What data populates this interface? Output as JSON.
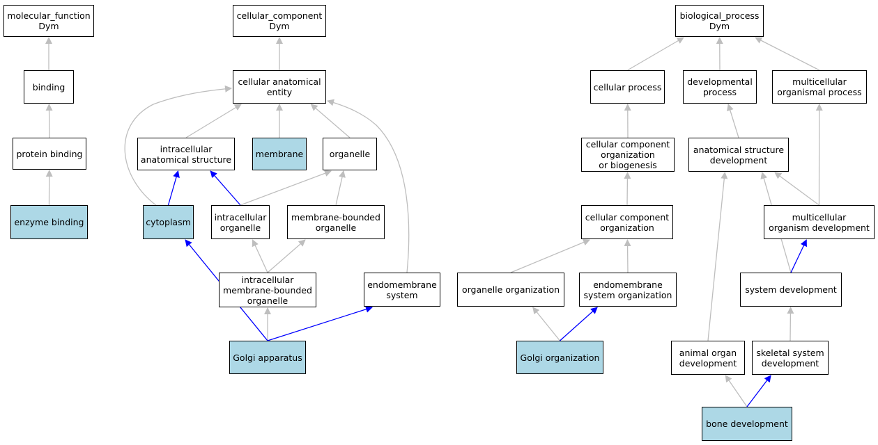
{
  "colors": {
    "highlight": "#add8e6",
    "edge_default": "#bebebe",
    "edge_direct": "#0000ff",
    "node_border": "#000000"
  },
  "nodes": {
    "molecular_function": {
      "label": "molecular_function\nDym",
      "highlighted": false
    },
    "binding": {
      "label": "binding",
      "highlighted": false
    },
    "protein_binding": {
      "label": "protein binding",
      "highlighted": false
    },
    "enzyme_binding": {
      "label": "enzyme binding",
      "highlighted": true
    },
    "cellular_component": {
      "label": "cellular_component\nDym",
      "highlighted": false
    },
    "cellular_anatomical_entity": {
      "label": "cellular anatomical\nentity",
      "highlighted": false
    },
    "intracellular_anatomical_structure": {
      "label": "intracellular\nanatomical structure",
      "highlighted": false
    },
    "membrane": {
      "label": "membrane",
      "highlighted": true
    },
    "organelle": {
      "label": "organelle",
      "highlighted": false
    },
    "cytoplasm": {
      "label": "cytoplasm",
      "highlighted": true
    },
    "intracellular_organelle": {
      "label": "intracellular\norganelle",
      "highlighted": false
    },
    "membrane_bounded_organelle": {
      "label": "membrane-bounded\norganelle",
      "highlighted": false
    },
    "intracellular_membrane_bounded_organelle": {
      "label": "intracellular\nmembrane-bounded\norganelle",
      "highlighted": false
    },
    "endomembrane_system": {
      "label": "endomembrane\nsystem",
      "highlighted": false
    },
    "golgi_apparatus": {
      "label": "Golgi apparatus",
      "highlighted": true
    },
    "biological_process": {
      "label": "biological_process\nDym",
      "highlighted": false
    },
    "cellular_process": {
      "label": "cellular process",
      "highlighted": false
    },
    "developmental_process": {
      "label": "developmental\nprocess",
      "highlighted": false
    },
    "multicellular_organismal_process": {
      "label": "multicellular\norganismal process",
      "highlighted": false
    },
    "cellular_component_organization_or_biogenesis": {
      "label": "cellular component\norganization\nor biogenesis",
      "highlighted": false
    },
    "anatomical_structure_development": {
      "label": "anatomical structure\ndevelopment",
      "highlighted": false
    },
    "cellular_component_organization": {
      "label": "cellular component\norganization",
      "highlighted": false
    },
    "multicellular_organism_development": {
      "label": "multicellular\norganism development",
      "highlighted": false
    },
    "organelle_organization": {
      "label": "organelle organization",
      "highlighted": false
    },
    "endomembrane_system_organization": {
      "label": "endomembrane\nsystem organization",
      "highlighted": false
    },
    "system_development": {
      "label": "system development",
      "highlighted": false
    },
    "golgi_organization": {
      "label": "Golgi organization",
      "highlighted": true
    },
    "animal_organ_development": {
      "label": "animal organ\ndevelopment",
      "highlighted": false
    },
    "skeletal_system_development": {
      "label": "skeletal system\ndevelopment",
      "highlighted": false
    },
    "bone_development": {
      "label": "bone development",
      "highlighted": true
    }
  },
  "edges": [
    {
      "from": "binding",
      "to": "molecular_function",
      "kind": "is_a"
    },
    {
      "from": "protein_binding",
      "to": "binding",
      "kind": "is_a"
    },
    {
      "from": "enzyme_binding",
      "to": "protein_binding",
      "kind": "is_a"
    },
    {
      "from": "cellular_anatomical_entity",
      "to": "cellular_component",
      "kind": "is_a"
    },
    {
      "from": "intracellular_anatomical_structure",
      "to": "cellular_anatomical_entity",
      "kind": "is_a"
    },
    {
      "from": "membrane",
      "to": "cellular_anatomical_entity",
      "kind": "is_a"
    },
    {
      "from": "organelle",
      "to": "cellular_anatomical_entity",
      "kind": "is_a"
    },
    {
      "from": "cytoplasm",
      "to": "cellular_anatomical_entity",
      "kind": "is_a"
    },
    {
      "from": "endomembrane_system",
      "to": "cellular_anatomical_entity",
      "kind": "is_a"
    },
    {
      "from": "cytoplasm",
      "to": "intracellular_anatomical_structure",
      "kind": "part_of"
    },
    {
      "from": "intracellular_organelle",
      "to": "intracellular_anatomical_structure",
      "kind": "part_of"
    },
    {
      "from": "intracellular_organelle",
      "to": "organelle",
      "kind": "is_a"
    },
    {
      "from": "membrane_bounded_organelle",
      "to": "organelle",
      "kind": "is_a"
    },
    {
      "from": "intracellular_membrane_bounded_organelle",
      "to": "intracellular_organelle",
      "kind": "is_a"
    },
    {
      "from": "intracellular_membrane_bounded_organelle",
      "to": "membrane_bounded_organelle",
      "kind": "is_a"
    },
    {
      "from": "golgi_apparatus",
      "to": "intracellular_membrane_bounded_organelle",
      "kind": "is_a"
    },
    {
      "from": "golgi_apparatus",
      "to": "cytoplasm",
      "kind": "part_of"
    },
    {
      "from": "golgi_apparatus",
      "to": "endomembrane_system",
      "kind": "part_of"
    },
    {
      "from": "cellular_process",
      "to": "biological_process",
      "kind": "is_a"
    },
    {
      "from": "developmental_process",
      "to": "biological_process",
      "kind": "is_a"
    },
    {
      "from": "multicellular_organismal_process",
      "to": "biological_process",
      "kind": "is_a"
    },
    {
      "from": "cellular_component_organization_or_biogenesis",
      "to": "cellular_process",
      "kind": "is_a"
    },
    {
      "from": "cellular_component_organization",
      "to": "cellular_component_organization_or_biogenesis",
      "kind": "is_a"
    },
    {
      "from": "organelle_organization",
      "to": "cellular_component_organization",
      "kind": "is_a"
    },
    {
      "from": "endomembrane_system_organization",
      "to": "cellular_component_organization",
      "kind": "is_a"
    },
    {
      "from": "golgi_organization",
      "to": "organelle_organization",
      "kind": "is_a"
    },
    {
      "from": "golgi_organization",
      "to": "endomembrane_system_organization",
      "kind": "part_of"
    },
    {
      "from": "anatomical_structure_development",
      "to": "developmental_process",
      "kind": "is_a"
    },
    {
      "from": "multicellular_organism_development",
      "to": "anatomical_structure_development",
      "kind": "is_a"
    },
    {
      "from": "multicellular_organism_development",
      "to": "multicellular_organismal_process",
      "kind": "is_a"
    },
    {
      "from": "system_development",
      "to": "anatomical_structure_development",
      "kind": "is_a"
    },
    {
      "from": "system_development",
      "to": "multicellular_organism_development",
      "kind": "part_of"
    },
    {
      "from": "animal_organ_development",
      "to": "anatomical_structure_development",
      "kind": "is_a"
    },
    {
      "from": "skeletal_system_development",
      "to": "system_development",
      "kind": "is_a"
    },
    {
      "from": "bone_development",
      "to": "animal_organ_development",
      "kind": "is_a"
    },
    {
      "from": "bone_development",
      "to": "skeletal_system_development",
      "kind": "part_of"
    }
  ]
}
